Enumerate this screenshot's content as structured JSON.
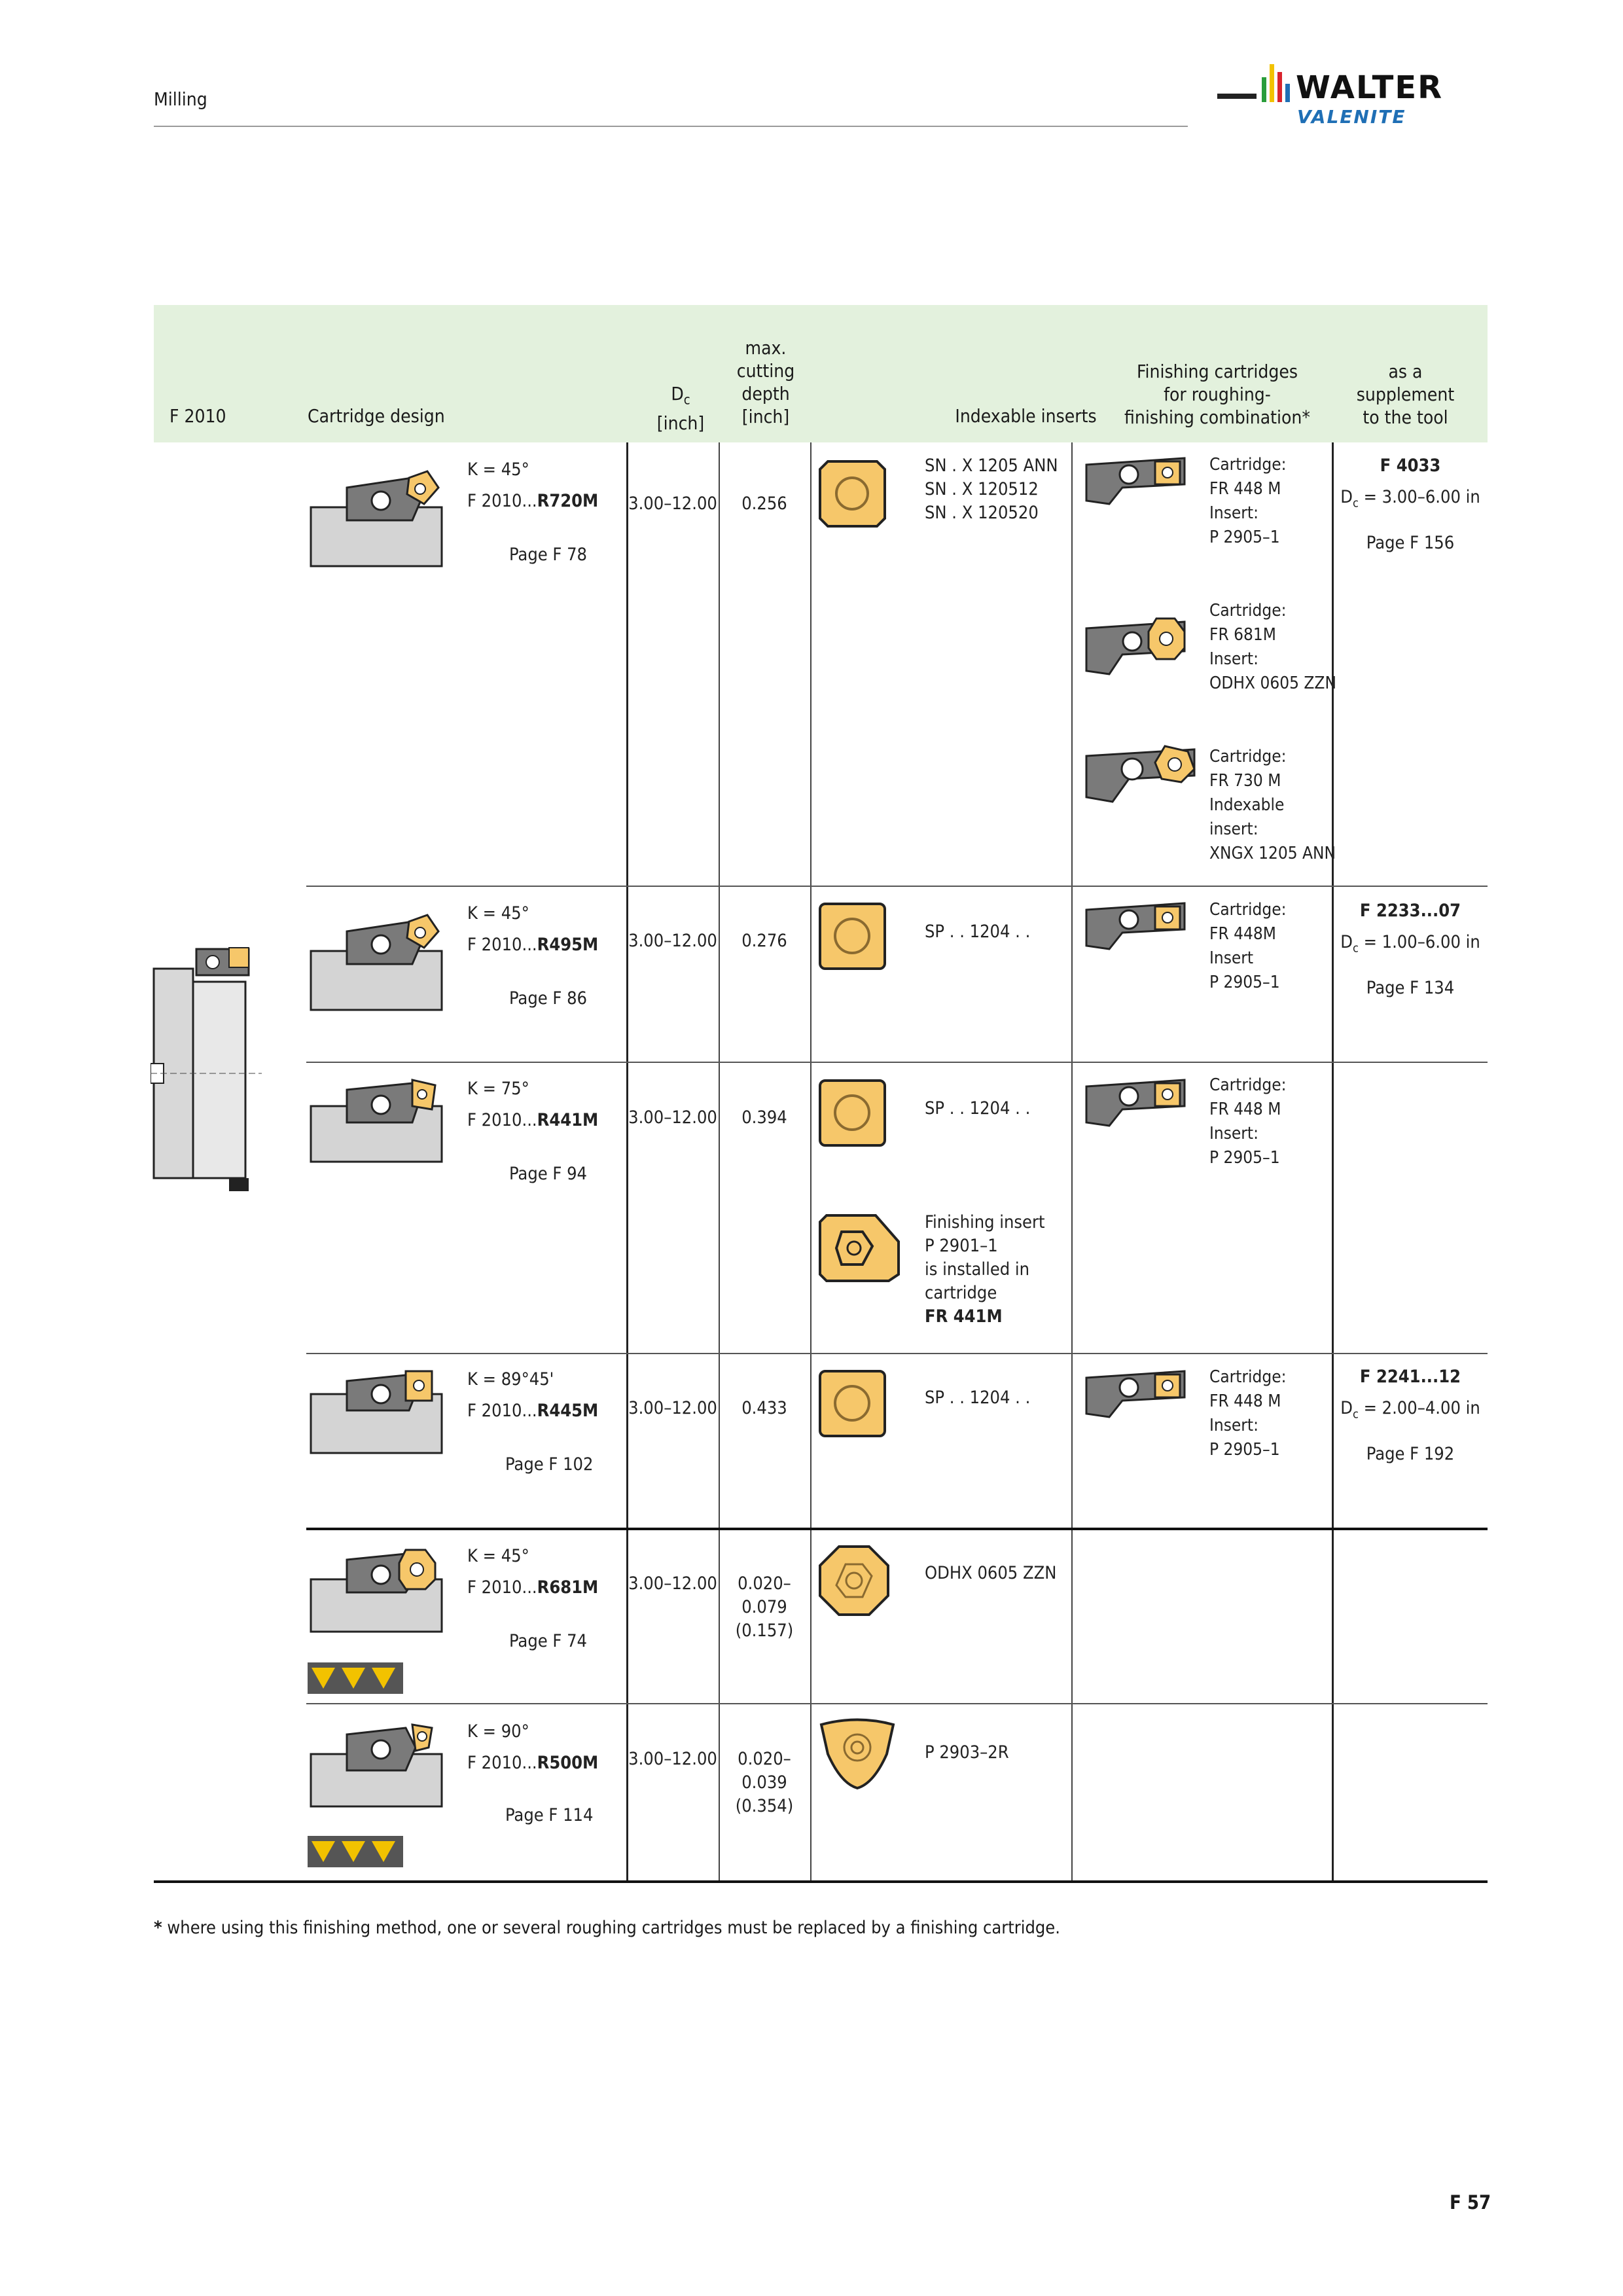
{
  "header": {
    "section": "Milling",
    "logo_top": "WALTER",
    "logo_bottom": "VALENITE"
  },
  "table": {
    "col_f2010": "F 2010",
    "col_design": "Cartridge design",
    "col_dc_main": "D",
    "col_dc_sub": "c",
    "col_dc_unit": "[inch]",
    "col_depth": [
      "max.",
      "cutting",
      "depth",
      "[inch]"
    ],
    "col_inserts": "Indexable inserts",
    "col_finishing": [
      "Finishing cartridges",
      "for roughing-",
      "finishing combination*"
    ],
    "col_supplement": [
      "as a",
      "supplement",
      "to the tool"
    ]
  },
  "rows": [
    {
      "kappa": "K = 45°",
      "code_prefix": "F 2010...",
      "code": "R720M",
      "page": "Page F 78",
      "dc": "3.00–12.00",
      "depth": [
        "0.256"
      ],
      "inserts": [
        "SN . X 1205 ANN",
        "SN . X 120512",
        "SN . X 120520"
      ],
      "finishing": [
        [
          "Cartridge:",
          "FR 448 M",
          "Insert:",
          "P 2905–1"
        ],
        [
          "Cartridge:",
          "FR 681M",
          "Insert:",
          "ODHX 0605 ZZN"
        ],
        [
          "Cartridge:",
          "FR 730 M",
          "Indexable",
          "insert:",
          "XNGX 1205 ANN"
        ]
      ],
      "supp_title": "F 4033",
      "supp_dc_pre": "D",
      "supp_dc_sub": "c",
      "supp_dc": "= 3.00–6.00 in",
      "supp_page": "Page F 156"
    },
    {
      "kappa": "K = 45°",
      "code_prefix": "F 2010...",
      "code": "R495M",
      "page": "Page F 86",
      "dc": "3.00–12.00",
      "depth": [
        "0.276"
      ],
      "inserts": [
        "SP . . 1204 . ."
      ],
      "finishing": [
        [
          "Cartridge:",
          "FR 448M",
          "Insert",
          "P 2905–1"
        ]
      ],
      "supp_title": "F 2233...07",
      "supp_dc_pre": "D",
      "supp_dc_sub": "c",
      "supp_dc": "= 1.00–6.00 in",
      "supp_page": "Page F 134"
    },
    {
      "kappa": "K = 75°",
      "code_prefix": "F 2010...",
      "code": "R441M",
      "page": "Page F 94",
      "dc": "3.00–12.00",
      "depth": [
        "0.394"
      ],
      "inserts": [
        "SP . . 1204 . ."
      ],
      "inserts2": [
        "Finishing insert",
        "P 2901–1",
        "is installed in",
        "cartridge"
      ],
      "inserts2_bold": "FR 441M",
      "finishing": [
        [
          "Cartridge:",
          "FR 448 M",
          "Insert:",
          "P 2905–1"
        ]
      ]
    },
    {
      "kappa": "K = 89°45'",
      "code_prefix": "F 2010...",
      "code": "R445M",
      "page": "Page F 102",
      "dc": "3.00–12.00",
      "depth": [
        "0.433"
      ],
      "inserts": [
        "SP . . 1204 . ."
      ],
      "finishing": [
        [
          "Cartridge:",
          "FR 448 M",
          "Insert:",
          "P 2905–1"
        ]
      ],
      "supp_title": "F 2241...12",
      "supp_dc_pre": "D",
      "supp_dc_sub": "c",
      "supp_dc": "= 2.00–4.00 in",
      "supp_page": "Page F 192"
    },
    {
      "kappa": "K = 45°",
      "code_prefix": "F 2010...",
      "code": "R681M",
      "page": "Page F 74",
      "dc": "3.00–12.00",
      "depth": [
        "0.020–",
        "0.079",
        "(0.157)"
      ],
      "inserts": [
        "ODHX 0605 ZZN"
      ]
    },
    {
      "kappa": "K = 90°",
      "code_prefix": "F 2010...",
      "code": "R500M",
      "page": "Page F 114",
      "dc": "3.00–12.00",
      "depth": [
        "0.020–",
        "0.039",
        "(0.354)"
      ],
      "inserts": [
        "P 2903–2R"
      ]
    }
  ],
  "footnote_star": "*",
  "footnote": "where using this finishing method, one or several roughing cartridges must be replaced by a finishing cartridge.",
  "page_number": "F 57",
  "colors": {
    "header_bg": "#e3f1dd",
    "insert_gold": "#f6c76a",
    "cartridge_gray": "#7a7a7a",
    "logo_blue": "#1f6fb5"
  }
}
